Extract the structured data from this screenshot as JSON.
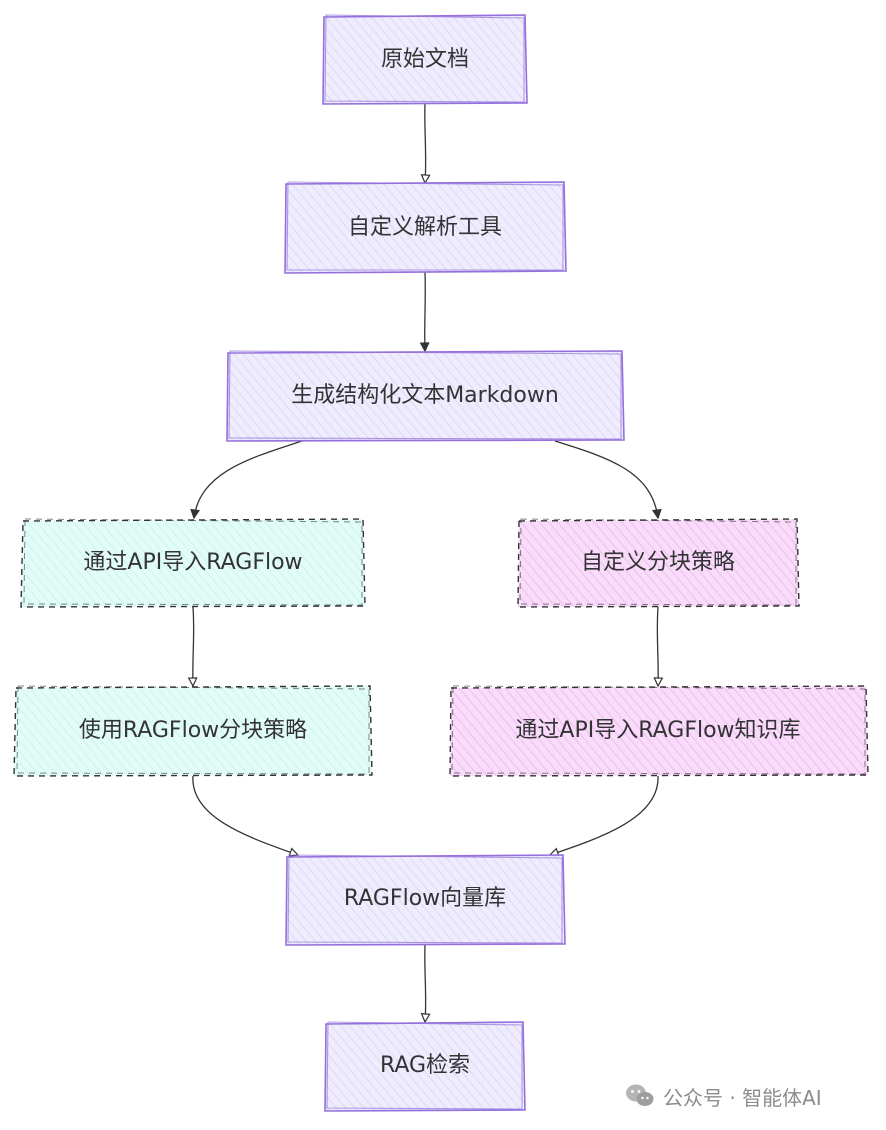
{
  "nodes": {
    "raw_doc": "原始文档",
    "custom_parser": "自定义解析工具",
    "generate_markdown": "生成结构化文本Markdown",
    "api_import_ragflow": "通过API导入RAGFlow",
    "custom_chunking": "自定义分块策略",
    "ragflow_chunking": "使用RAGFlow分块策略",
    "api_import_kb": "通过API导入RAGFlow知识库",
    "vector_store": "RAGFlow向量库",
    "rag_retrieval": "RAG检索"
  },
  "colors": {
    "purple_fill": "#ece9fc",
    "purple_stroke": "#9370db",
    "cyan_fill": "#ddfbf6",
    "pink_fill": "#f7d3f8",
    "dashed_stroke": "#333333",
    "edge": "#333333"
  },
  "watermark": {
    "text": "公众号 · 智能体AI",
    "icon": "wechat-icon"
  }
}
